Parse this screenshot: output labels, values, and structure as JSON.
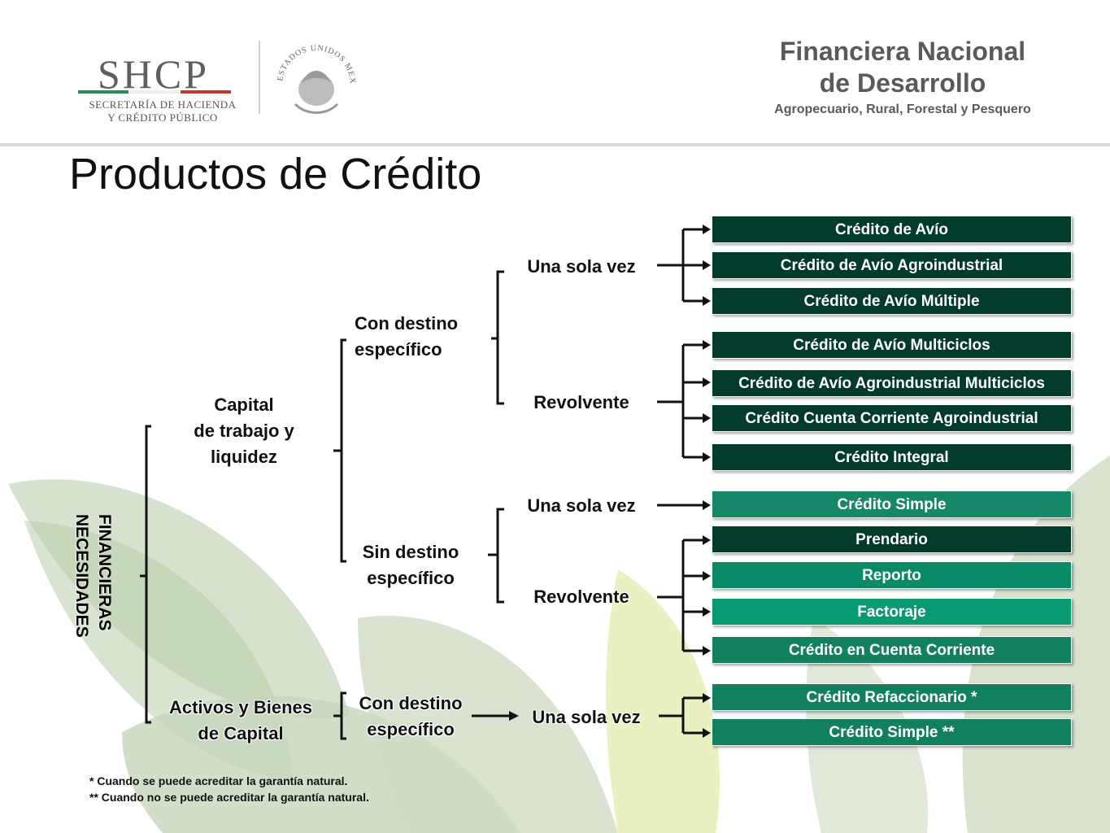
{
  "header": {
    "shcp_logo": {
      "text": "SHCP",
      "line1": "SECRETARÍA DE HACIENDA",
      "line2": "Y CRÉDITO PÚBLICO"
    },
    "seal": {
      "text": "ESTADOS UNIDOS MEXICANOS"
    },
    "brand": {
      "line1": "Financiera Nacional",
      "line2": "de Desarrollo",
      "line3": "Agropecuario, Rural, Forestal y Pesquero"
    }
  },
  "title": "Productos de Crédito",
  "root": "NECESIDADES FINANCIERAS",
  "root_lines": [
    "NECESIDADES",
    "FINANCIERAS"
  ],
  "level1": [
    {
      "lines": [
        "Capital",
        "de trabajo y",
        "liquidez"
      ]
    },
    {
      "lines": [
        "Activos y  Bienes",
        "de Capital"
      ]
    }
  ],
  "level2": [
    {
      "lines": [
        "Con destino",
        "específico"
      ]
    },
    {
      "lines": [
        "Sin destino",
        "específico"
      ]
    },
    {
      "lines": [
        "Con destino",
        "específico"
      ]
    }
  ],
  "level3": [
    "Una sola vez",
    "Revolvente",
    "Una sola vez",
    "Revolvente",
    "Una sola vez"
  ],
  "products": [
    {
      "label": "Crédito de  Avío",
      "color": "#023a2c"
    },
    {
      "label": "Crédito de  Avío Agroindustrial",
      "color": "#023a2c"
    },
    {
      "label": "Crédito de Avío Múltiple",
      "color": "#023a2c"
    },
    {
      "label": "Crédito de Avío Multiciclos",
      "color": "#023a2c"
    },
    {
      "label": "Crédito de Avío Agroindustrial Multiciclos",
      "color": "#023a2c"
    },
    {
      "label": "Crédito Cuenta Corriente Agroindustrial",
      "color": "#023a2c"
    },
    {
      "label": "Crédito Integral",
      "color": "#023a2c"
    },
    {
      "label": "Crédito  Simple",
      "color": "#17876a"
    },
    {
      "label": "Prendario",
      "color": "#023a2c"
    },
    {
      "label": "Reporto",
      "color": "#0a8a66"
    },
    {
      "label": "Factoraje",
      "color": "#0a9a72"
    },
    {
      "label": "Crédito en Cuenta Corriente",
      "color": "#12805f"
    },
    {
      "label": "Crédito Refaccionario *",
      "color": "#12805f"
    },
    {
      "label": "Crédito Simple **",
      "color": "#12805f"
    }
  ],
  "notes": [
    "*      Cuando se puede acreditar la garantía natural.",
    "**   Cuando no se puede acreditar la garantía natural."
  ],
  "colors": {
    "dark_green": "#023a2c",
    "mid_green": "#12805f",
    "leaf_light": "#cfdcc3",
    "leaf_yellow": "#e4ecb0"
  }
}
